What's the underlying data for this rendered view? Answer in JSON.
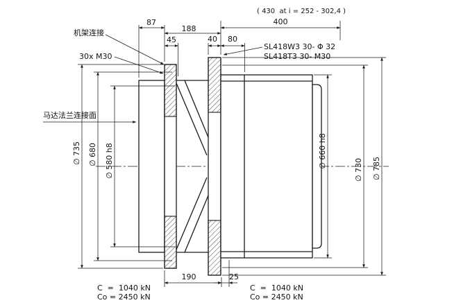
{
  "annotations": {
    "frame_connection": "机架连接",
    "bolt_spec": "30x M30",
    "motor_flange_face": "马达法兰连接面",
    "hole_spec_w3": "SL418W3 30- Φ 32",
    "hole_spec_t3": "SL418T3 30- M30",
    "ratio_note": "( 430  at i = 252 - 302,4 )"
  },
  "dims": {
    "top_87": "87",
    "top_188": "188",
    "top_400": "400",
    "top_45": "45",
    "top_40": "40",
    "top_80": "80",
    "bottom_190": "190",
    "bottom_25": "25"
  },
  "diameters": {
    "d735": "∅ 735",
    "d680": "∅ 680",
    "d580": "∅ 580 h8",
    "d660": "∅ 660 h8",
    "d730": "∅ 730",
    "d785": "∅ 785"
  },
  "load_ratings": {
    "left": {
      "c": "C  =  1040 kN",
      "co": "Co = 2450 kN"
    },
    "right": {
      "c": "C  =  1040 kN",
      "co": "Co = 2450 kN"
    }
  },
  "colors": {
    "line": "#1a1a1a",
    "background": "#ffffff"
  }
}
